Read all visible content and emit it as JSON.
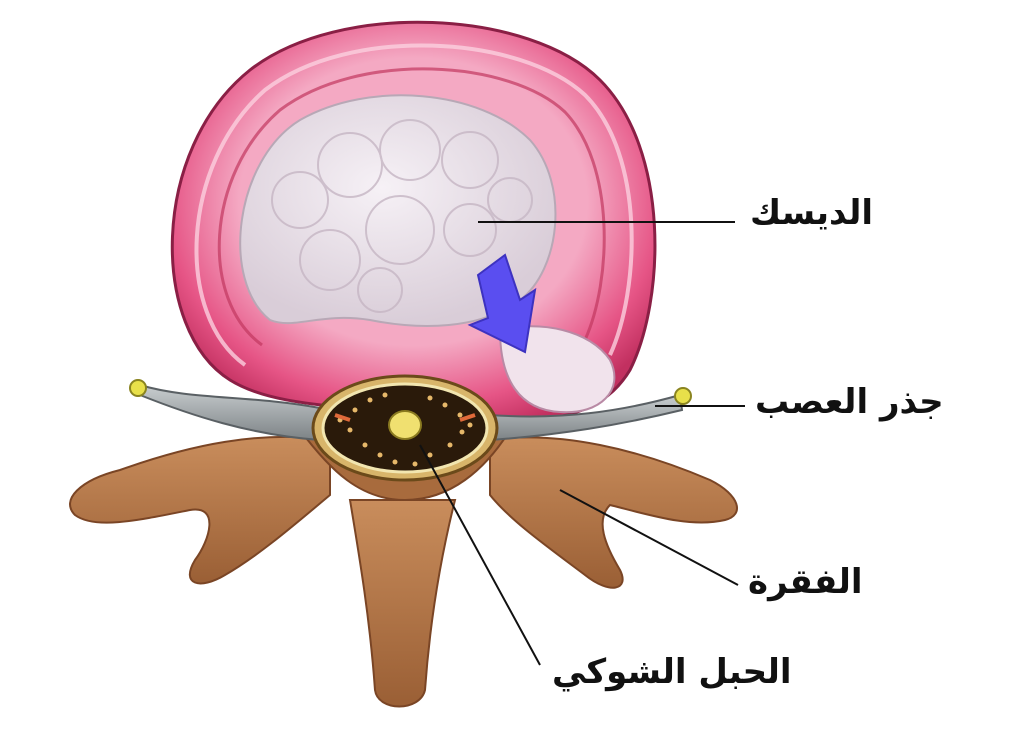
{
  "labels": {
    "disc": "الديسك",
    "nerve_root": "جذر العصب",
    "vertebra": "الفقرة",
    "spinal_cord": "الحبل الشوكي"
  },
  "colors": {
    "annulus": "#e0507a",
    "annulus_light": "#f2a6c0",
    "nucleus": "#ece4ec",
    "bone": "#b87a4a",
    "bone_dark": "#8a5330",
    "nerve": "#9aa0a4",
    "nerve_tip": "#e8e04a",
    "canal": "#2a1a0a",
    "cord": "#f0e070",
    "arrow": "#5a4ef0",
    "leader_line": "#111111"
  },
  "icons": [
    "herniation-arrow-icon"
  ]
}
